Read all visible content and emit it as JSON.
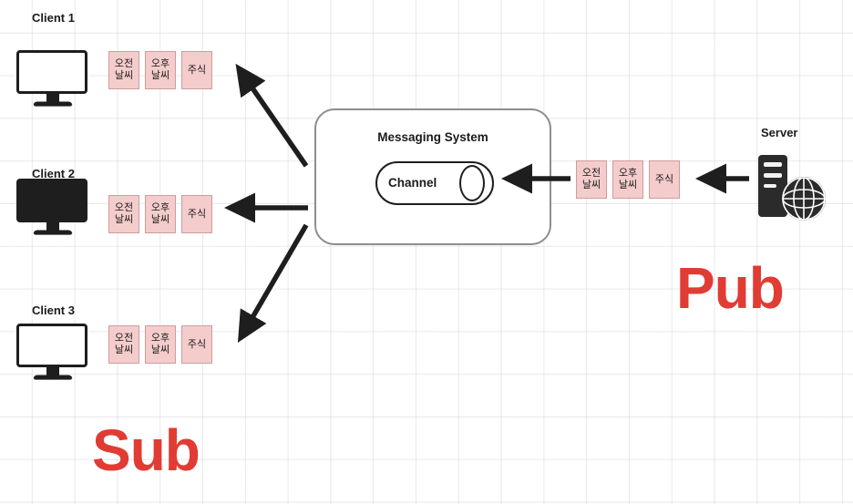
{
  "diagram": {
    "title_pub": "Pub",
    "title_sub": "Sub",
    "messaging_system_label": "Messaging System",
    "channel_label": "Channel",
    "server_label": "Server",
    "clients": [
      {
        "label": "Client 1"
      },
      {
        "label": "Client 2"
      },
      {
        "label": "Client 3"
      }
    ],
    "messages": [
      {
        "line1": "오전",
        "line2": "날씨"
      },
      {
        "line1": "오후",
        "line2": "날씨"
      },
      {
        "line1": "주식",
        "line2": ""
      }
    ],
    "colors": {
      "card_fill": "#f4cccc",
      "card_border": "#cf9c9c",
      "accent_red": "#e03c34",
      "line": "#1e1e1e",
      "box_border": "#8d8d8d",
      "grid": "#c8cdd7"
    },
    "icons": {
      "client": "monitor-icon",
      "server": "server-globe-icon",
      "arrow": "arrow-icon"
    }
  }
}
